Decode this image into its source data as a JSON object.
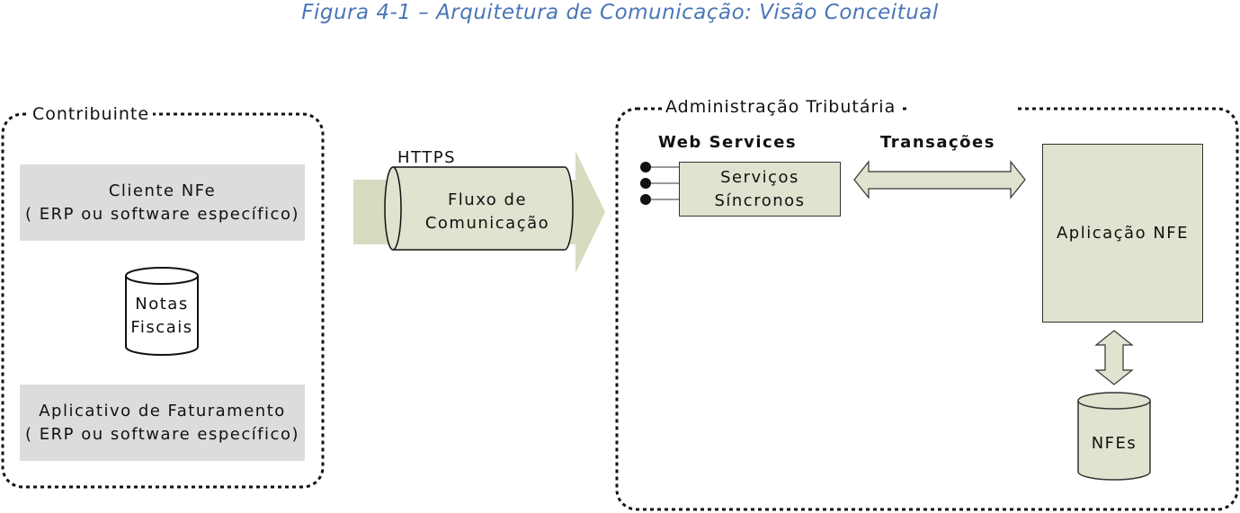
{
  "title": "Figura 4-1 – Arquitetura de Comunicação: Visão Conceitual",
  "contribuinte": {
    "group_label": "Contribuinte",
    "cliente_line1": "Cliente NFe",
    "cliente_line2": "( ERP ou software específico)",
    "notas_line1": "Notas",
    "notas_line2": "Fiscais",
    "aplicativo_line1": "Aplicativo de Faturamento",
    "aplicativo_line2": "( ERP ou software específico)"
  },
  "canal": {
    "protocol_label": "HTTPS",
    "fluxo_line1": "Fluxo de",
    "fluxo_line2": "Comunicação"
  },
  "administracao": {
    "group_label": "Administração Tributária",
    "web_services_label": "Web Services",
    "transacoes_label": "Transações",
    "servicos_line1": "Serviços",
    "servicos_line2": "Síncronos",
    "aplicacao_label": "Aplicação NFE",
    "nfes_label": "NFEs"
  },
  "colors": {
    "title": "#4a76b8",
    "grey_fill": "#dcdcdc",
    "green_fill": "#dfe3cf",
    "arrow_fill": "#d5dcc0"
  }
}
